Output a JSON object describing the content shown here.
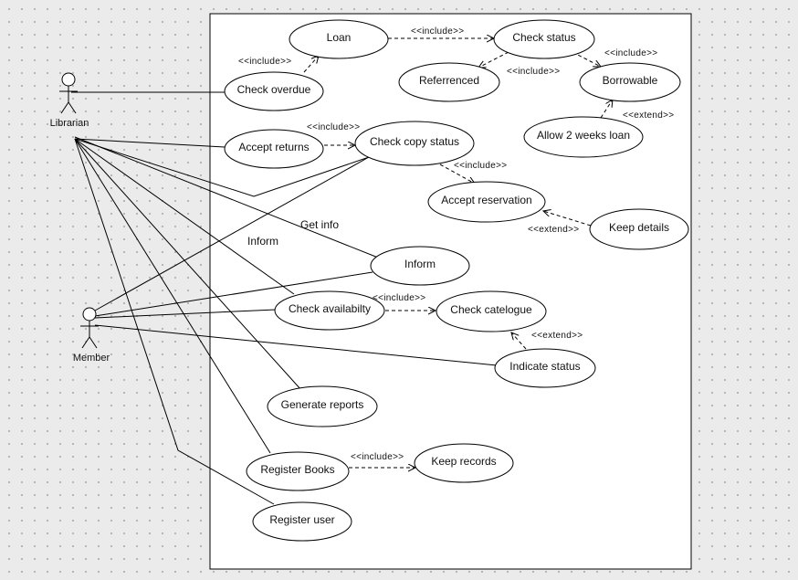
{
  "use_cases": {
    "loan": "Loan",
    "check_status": "Check status",
    "referenced": "Referrenced",
    "borrowable": "Borrowable",
    "check_overdue": "Check overdue",
    "allow_2_weeks_loan": "Allow 2 weeks loan",
    "accept_returns": "Accept returns",
    "check_copy_status": "Check copy status",
    "accept_reservation": "Accept reservation",
    "keep_details": "Keep details",
    "inform": "Inform",
    "check_availability": "Check availabilty",
    "check_catalogue": "Check catelogue",
    "indicate_status": "Indicate status",
    "generate_reports": "Generate reports",
    "register_books": "Register Books",
    "keep_records": "Keep records",
    "register_user": "Register user"
  },
  "actors": {
    "librarian": "Librarian",
    "member": "Member"
  },
  "relations": {
    "include": "<<include>>",
    "extend": "<<extend>>"
  },
  "association_labels": {
    "get_info": "Get info",
    "inform": "Inform"
  }
}
